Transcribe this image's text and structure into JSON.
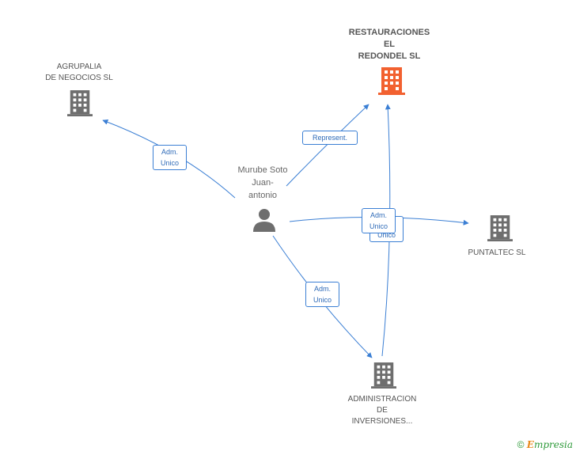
{
  "nodes": {
    "restauraciones": {
      "lines": [
        "RESTAURACIONES",
        "EL",
        "REDONDEL SL"
      ],
      "color": "#f26130"
    },
    "agrupalia": {
      "lines": [
        "AGRUPALIA",
        "DE NEGOCIOS SL"
      ],
      "color": "#6e6e6e"
    },
    "puntaltec": {
      "lines": [
        "PUNTALTEC SL"
      ],
      "color": "#6e6e6e"
    },
    "administracion": {
      "lines": [
        "ADMINISTRACION",
        "DE",
        "INVERSIONES..."
      ],
      "color": "#6e6e6e"
    },
    "person": {
      "lines": [
        "Murube Soto",
        "Juan-",
        "antonio"
      ],
      "color": "#6e6e6e"
    }
  },
  "edges": {
    "represent": {
      "lines": [
        "Represent."
      ]
    },
    "adm_agrupalia": {
      "lines": [
        "Adm.",
        "Unico"
      ]
    },
    "adm_puntaltec": {
      "lines": [
        "Adm.",
        "Unico"
      ]
    },
    "adm_puntaltec_back": {
      "lines": [
        "Unico"
      ]
    },
    "adm_administracion": {
      "lines": [
        "Adm.",
        "Unico"
      ]
    }
  },
  "colors": {
    "edge": "#3b7fd4"
  },
  "footer": {
    "copyright": "©",
    "brand_e": "E",
    "brand_rest": "mpresia"
  }
}
